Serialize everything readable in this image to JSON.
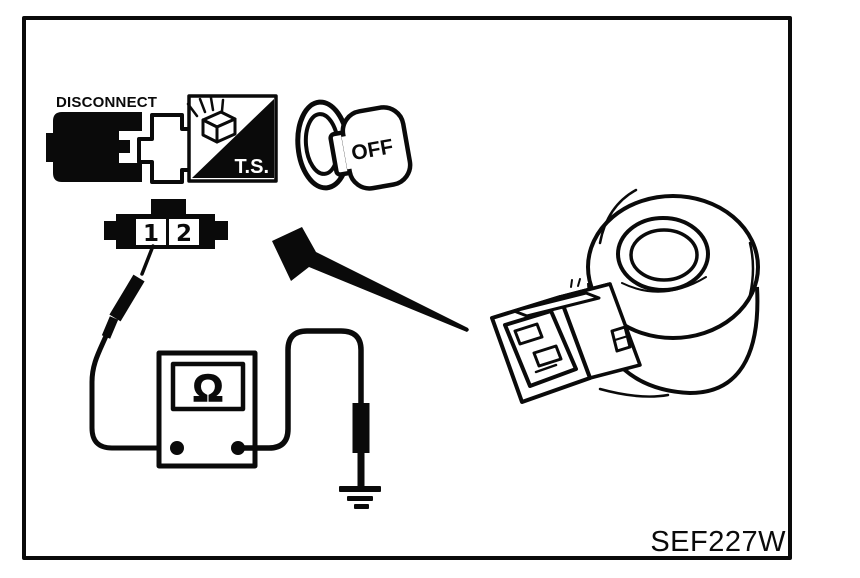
{
  "figure": {
    "code_label": "SEF227W",
    "ink_color": "#0a0a0a",
    "paper_color": "#ffffff",
    "description": "Knock sensor continuity test diagram"
  },
  "procedure_icons": {
    "disconnect_label": "DISCONNECT",
    "tester_label": "T.S.",
    "ignition_label": "OFF"
  },
  "harness_connector": {
    "pin_1": "1",
    "pin_2": "2"
  },
  "meter": {
    "display_symbol": "Ω"
  }
}
